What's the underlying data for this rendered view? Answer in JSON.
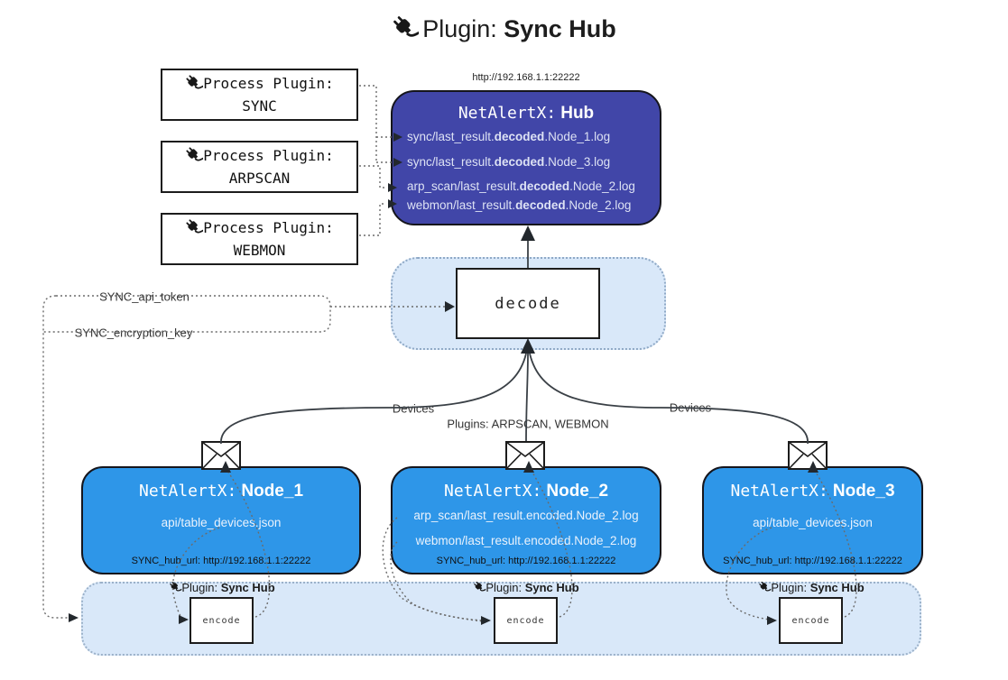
{
  "title": {
    "regular": "Plugin:",
    "bold": "Sync Hub"
  },
  "process_plugins": [
    {
      "label": "Process Plugin:",
      "name": "SYNC"
    },
    {
      "label": "Process Plugin:",
      "name": "ARPSCAN"
    },
    {
      "label": "Process Plugin:",
      "name": "WEBMON"
    }
  ],
  "hub": {
    "url": "http://192.168.1.1:22222",
    "name_prefix": "NetAlertX:",
    "name": "Hub",
    "logs": [
      {
        "pre": "sync/last_result.",
        "em": "decoded",
        "post": ".Node_1.log"
      },
      {
        "pre": "sync/last_result.",
        "em": "decoded",
        "post": ".Node_3.log"
      },
      {
        "pre": "arp_scan/last_result.",
        "em": "decoded",
        "post": ".Node_2.log"
      },
      {
        "pre": "webmon/last_result.",
        "em": "decoded",
        "post": ".Node_2.log"
      }
    ]
  },
  "decode_box": {
    "label": "decode"
  },
  "connector_labels": {
    "api_token": "SYNC_api_token",
    "encryption_key": "SYNC_encryption_key",
    "devices_left": "Devices",
    "devices_right": "Devices",
    "plugins": "Plugins: ARPSCAN, WEBMON"
  },
  "nodes": [
    {
      "name_prefix": "NetAlertX:",
      "name": "Node_1",
      "files": [
        "api/table_devices.json"
      ],
      "hub_url": "SYNC_hub_url: http://192.168.1.1:22222"
    },
    {
      "name_prefix": "NetAlertX:",
      "name": "Node_2",
      "files": [
        "arp_scan/last_result.encoded.Node_2.log",
        "webmon/last_result.encoded.Node_2.log"
      ],
      "hub_url": "SYNC_hub_url: http://192.168.1.1:22222"
    },
    {
      "name_prefix": "NetAlertX:",
      "name": "Node_3",
      "files": [
        "api/table_devices.json"
      ],
      "hub_url": "SYNC_hub_url: http://192.168.1.1:22222"
    }
  ],
  "encoders": [
    {
      "plugin_regular": "Plugin:",
      "plugin_bold": "Sync Hub",
      "label": "encode"
    },
    {
      "plugin_regular": "Plugin:",
      "plugin_bold": "Sync Hub",
      "label": "encode"
    },
    {
      "plugin_regular": "Plugin:",
      "plugin_bold": "Sync Hub",
      "label": "encode"
    }
  ],
  "colors": {
    "hub_fill": "#4146a8",
    "node_fill": "#2e96e8",
    "band_fill": "#d9e8f9",
    "hub_text": "#dde2f4",
    "node_text": "#eaf2fc",
    "line_dark": "#3a4046",
    "line_dot": "#6b6b6b"
  }
}
